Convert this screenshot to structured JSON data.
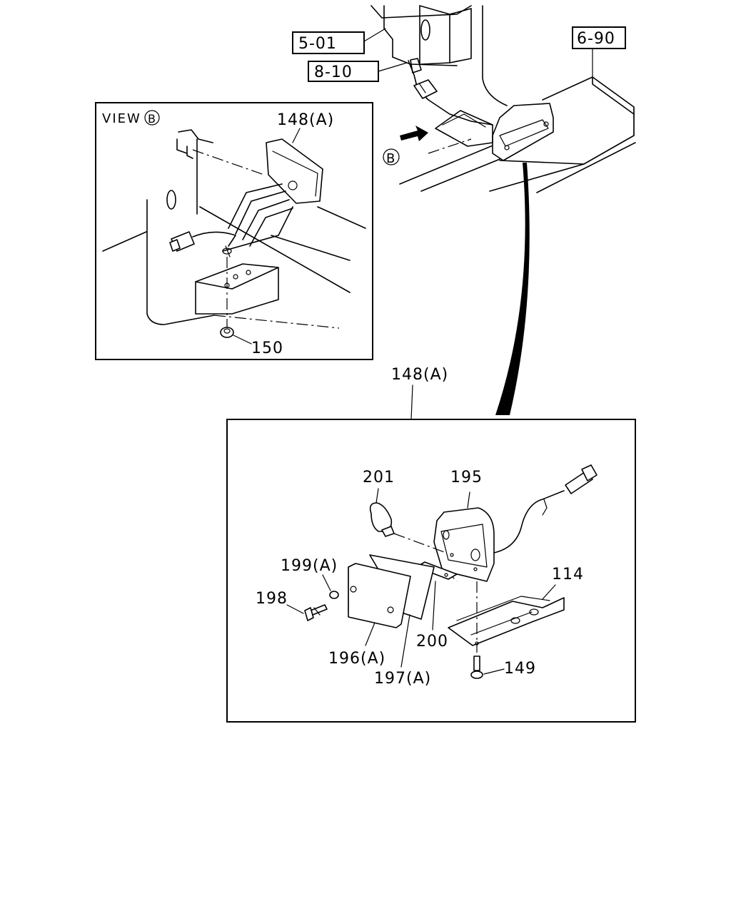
{
  "refs": {
    "r501": "5-01",
    "r810": "8-10",
    "r690": "6-90"
  },
  "view_label": "VIEW",
  "view_letter": "B",
  "arrow_letter": "B",
  "parts": {
    "p148_view": "148(A)",
    "p150": "150",
    "p148_main": "148(A)",
    "p201": "201",
    "p195": "195",
    "p199": "199(A)",
    "p198": "198",
    "p114": "114",
    "p200": "200",
    "p196": "196(A)",
    "p197": "197(A)",
    "p149": "149"
  }
}
